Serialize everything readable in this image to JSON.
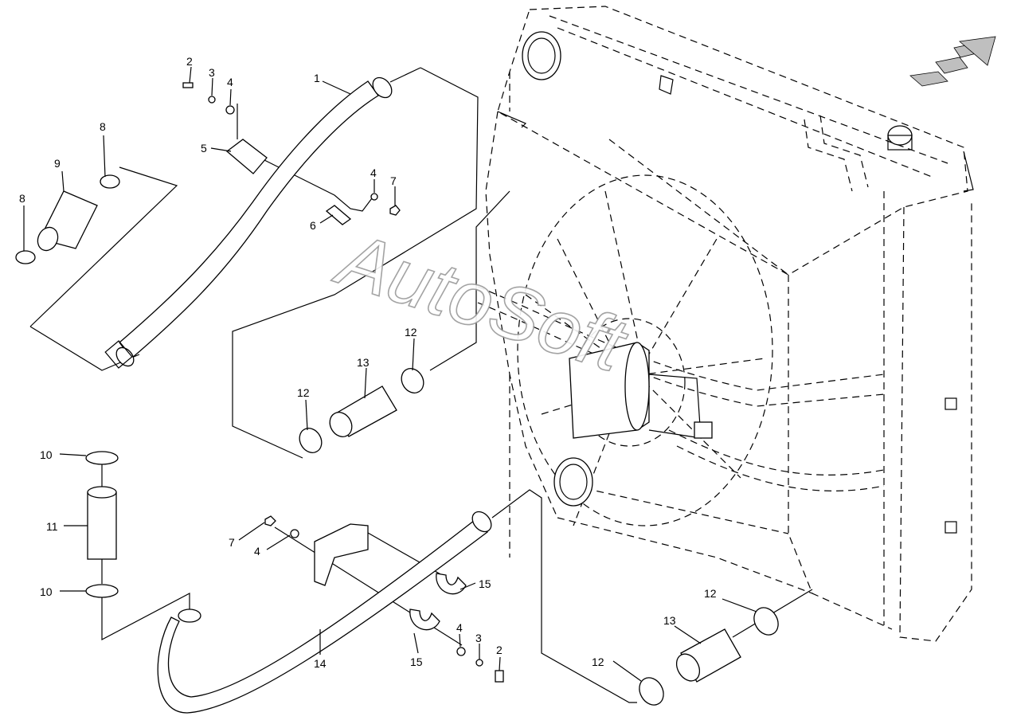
{
  "watermark": "AutoSoft",
  "callouts": [
    {
      "id": "c1",
      "text": "1"
    },
    {
      "id": "c2a",
      "text": "2"
    },
    {
      "id": "c3a",
      "text": "3"
    },
    {
      "id": "c4a",
      "text": "4"
    },
    {
      "id": "c5",
      "text": "5"
    },
    {
      "id": "c4b",
      "text": "4"
    },
    {
      "id": "c7a",
      "text": "7"
    },
    {
      "id": "c6",
      "text": "6"
    },
    {
      "id": "c8a",
      "text": "8"
    },
    {
      "id": "c9",
      "text": "9"
    },
    {
      "id": "c8b",
      "text": "8"
    },
    {
      "id": "c12a",
      "text": "12"
    },
    {
      "id": "c13a",
      "text": "13"
    },
    {
      "id": "c12b",
      "text": "12"
    },
    {
      "id": "c10a",
      "text": "10"
    },
    {
      "id": "c11",
      "text": "11"
    },
    {
      "id": "c10b",
      "text": "10"
    },
    {
      "id": "c7b",
      "text": "7"
    },
    {
      "id": "c4c",
      "text": "4"
    },
    {
      "id": "c15a",
      "text": "15"
    },
    {
      "id": "c14",
      "text": "14"
    },
    {
      "id": "c15b",
      "text": "15"
    },
    {
      "id": "c4d",
      "text": "4"
    },
    {
      "id": "c3b",
      "text": "3"
    },
    {
      "id": "c2b",
      "text": "2"
    },
    {
      "id": "c12c",
      "text": "12"
    },
    {
      "id": "c13b",
      "text": "13"
    },
    {
      "id": "c12d",
      "text": "12"
    }
  ]
}
